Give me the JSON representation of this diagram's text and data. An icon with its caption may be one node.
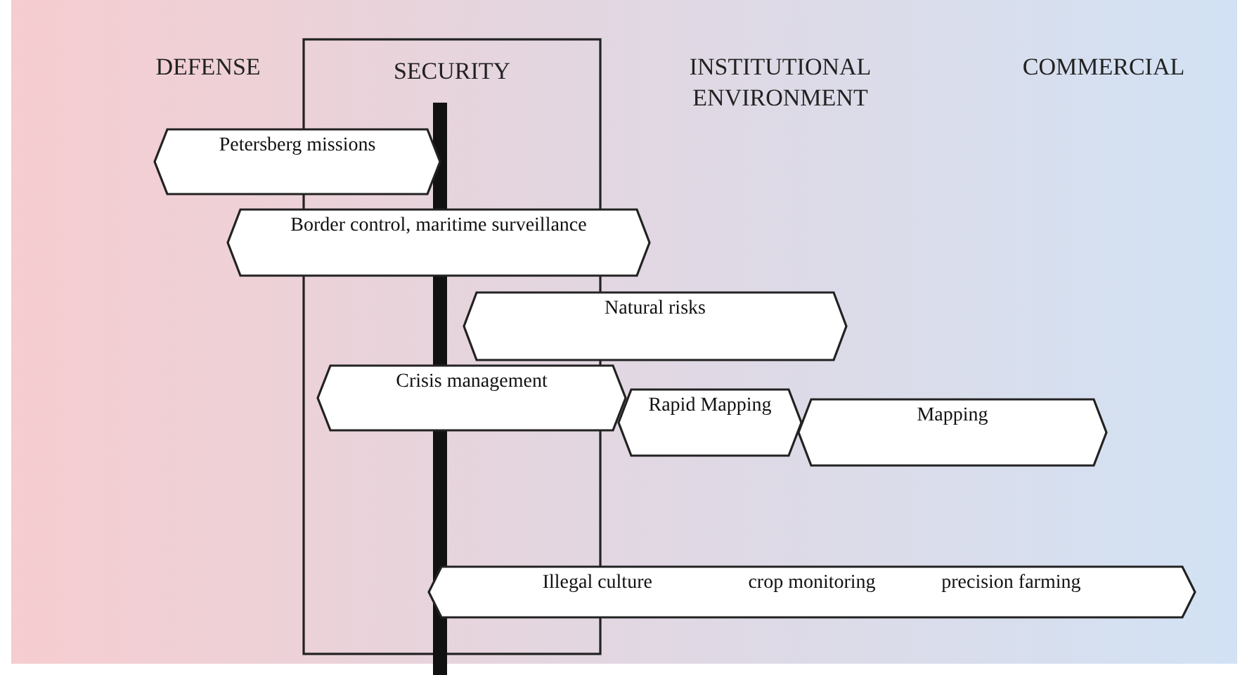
{
  "diagram": {
    "nodes": [
      {
        "text": [
          "SECURITY"
        ]
      },
      {
        "text": [
          "Petersberg missions"
        ]
      },
      {
        "text": [
          "Border control, maritime surveillance"
        ]
      },
      {
        "text": [
          "Natural risks"
        ]
      },
      {
        "text": [
          "Crisis management"
        ]
      },
      {
        "text": [
          "Rapid Mapping"
        ]
      },
      {
        "text": [
          "Mapping"
        ]
      },
      {
        "text": [
          "Illegal culture",
          "crop monitoring",
          "precision farming"
        ]
      }
    ],
    "labels": [
      "DEFENSE",
      "INSTITUTIONAL ENVIRONMENT",
      "COMMERCIAL"
    ]
  }
}
